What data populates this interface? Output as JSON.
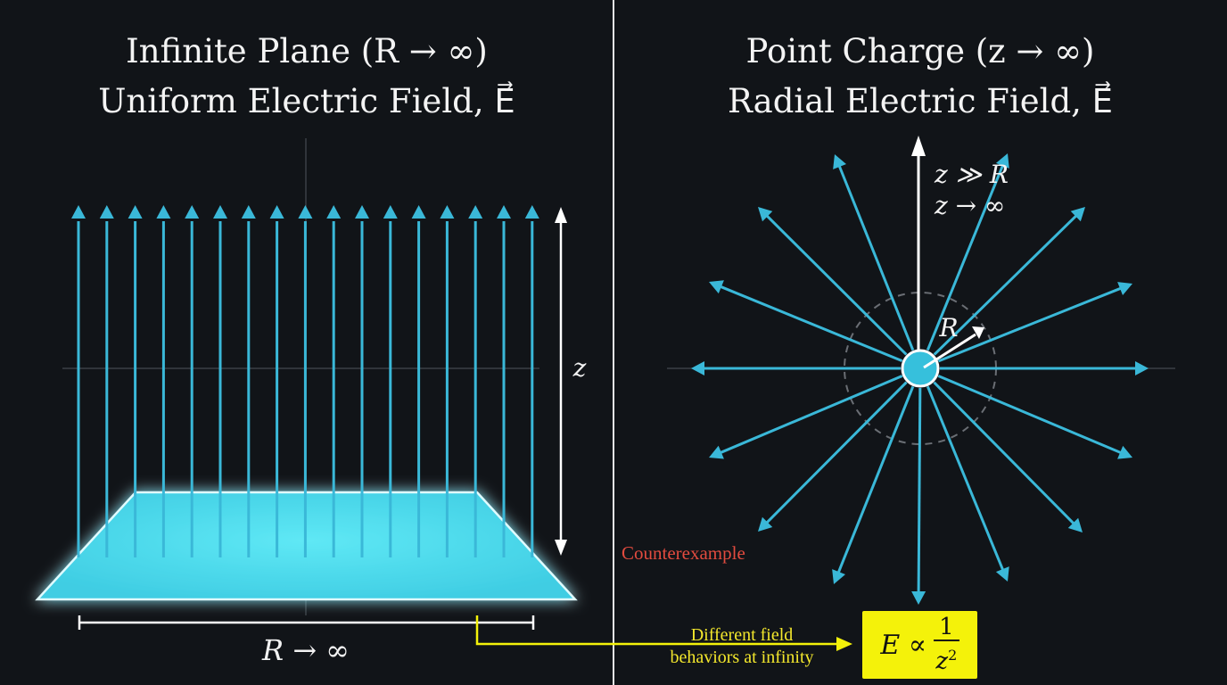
{
  "left": {
    "title_line1": "Infinite Plane (R → ∞)",
    "title_line2": "Uniform Electric Field, E⃗",
    "z_label": "z",
    "r_label": "R → ∞"
  },
  "right": {
    "title_line1": "Point Charge (z → ∞)",
    "title_line2": "Radial Electric Field, E⃗",
    "cond1": "z ≫ R",
    "cond2": "z → ∞",
    "r_label": "R"
  },
  "annotations": {
    "counterexample": "Counterexample",
    "different_line1": "Different field",
    "different_line2": "behaviors at infinity"
  },
  "formula": {
    "lhs": "E ∝",
    "numerator": "1",
    "denominator": "z",
    "exponent": "2"
  },
  "colors": {
    "background": "#111418",
    "field_line": "#3ab8d8",
    "plane_fill": "#4fd9ec",
    "highlight_yellow": "#f4f20a",
    "counterexample_red": "#e24b3f"
  }
}
